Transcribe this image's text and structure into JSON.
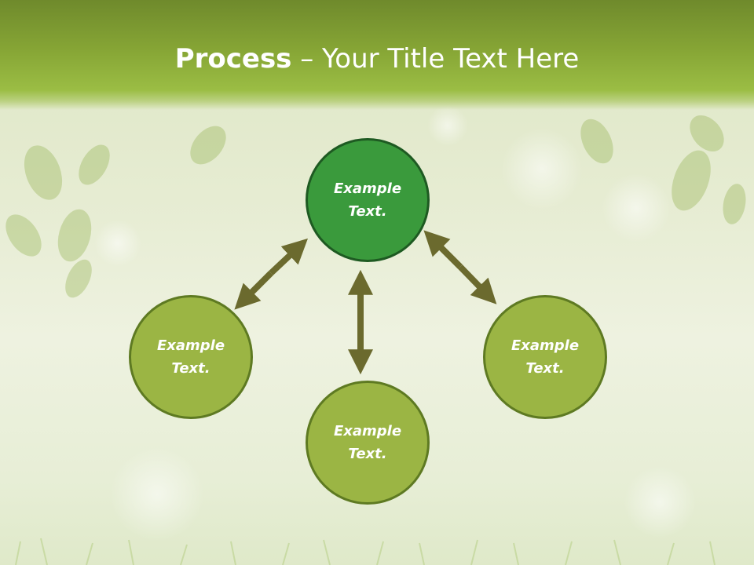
{
  "slide": {
    "title_bold": "Process",
    "title_rest": " – Your Title Text Here"
  },
  "nodes": {
    "top": {
      "line1": "Example",
      "line2": "Text."
    },
    "left": {
      "line1": "Example",
      "line2": "Text."
    },
    "right": {
      "line1": "Example",
      "line2": "Text."
    },
    "bottom": {
      "line1": "Example",
      "line2": "Text."
    }
  },
  "colors": {
    "title_bar": "#86a535",
    "node_fill": "#9bb544",
    "node_border": "#5e7a22",
    "center_fill": "#3a9a3c",
    "center_border": "#1e5a22",
    "arrow": "#6b6a2e"
  }
}
